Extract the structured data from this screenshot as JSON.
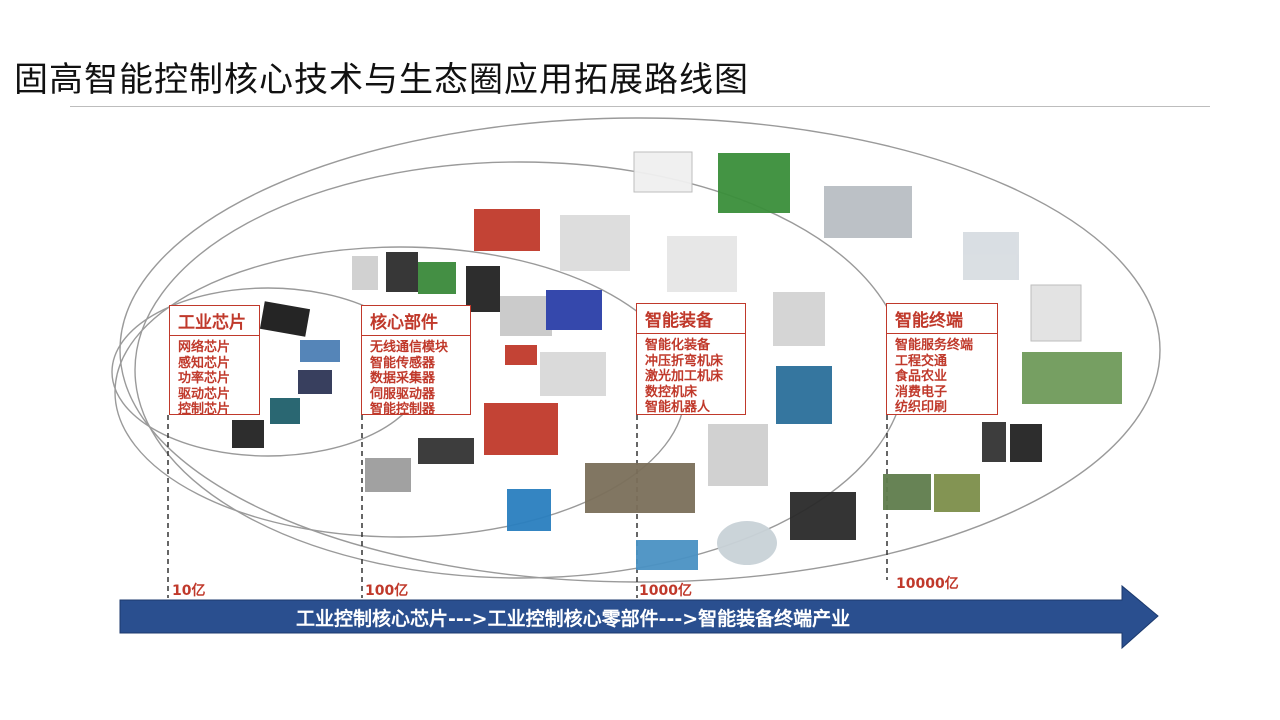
{
  "title": "固高智能控制核心技术与生态圈应用拓展路线图",
  "sections": [
    {
      "header": "工业芯片",
      "items": [
        "网络芯片",
        "感知芯片",
        "功率芯片",
        "驱动芯片",
        "控制芯片"
      ]
    },
    {
      "header": "核心部件",
      "items": [
        "无线通信模块",
        "智能传感器",
        "数据采集器",
        "伺服驱动器",
        "智能控制器"
      ]
    },
    {
      "header": "智能装备",
      "items": [
        "智能化装备",
        "冲压折弯机床",
        "激光加工机床",
        "数控机床",
        "智能机器人"
      ]
    },
    {
      "header": "智能终端",
      "items": [
        "智能服务终端",
        "工程交通",
        "食品农业",
        "消费电子",
        "纺织印刷"
      ]
    }
  ],
  "scale_labels": [
    "10亿",
    "100亿",
    "1000亿",
    "10000亿"
  ],
  "arrow_text": "工业控制核心芯片--->工业控制核心零部件--->智能装备终端产业",
  "colors": {
    "accent_red": "#c0392b",
    "arrow_blue": "#2a4f8f",
    "ellipse_gray": "#9a9a9a"
  }
}
